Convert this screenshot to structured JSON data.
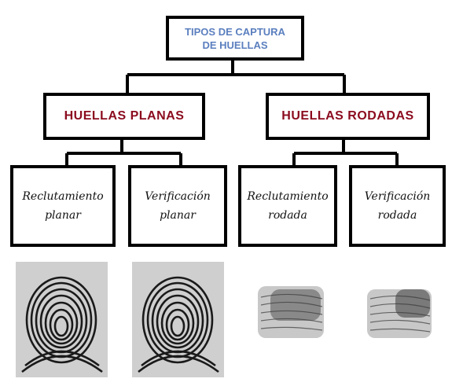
{
  "root": {
    "line1": "TIPOS DE CAPTURA",
    "line2": "DE HUELLAS"
  },
  "level1": [
    {
      "label": "HUELLAS PLANAS"
    },
    {
      "label": "HUELLAS RODADAS"
    }
  ],
  "leaves": [
    {
      "line1": "Reclutamiento",
      "line2": "planar"
    },
    {
      "line1": "Verificación",
      "line2": "planar"
    },
    {
      "line1": "Reclutamiento",
      "line2": "rodada"
    },
    {
      "line1": "Verificación",
      "line2": "rodada"
    }
  ],
  "fingerprints": [
    {
      "icon": "fingerprint-plain-icon"
    },
    {
      "icon": "fingerprint-plain-icon"
    },
    {
      "icon": "fingerprint-rolled-icon"
    },
    {
      "icon": "fingerprint-rolled-icon"
    }
  ],
  "colors": {
    "root_text": "#5b7fbf",
    "level1_text": "#8b0b1e",
    "lines": "#000000"
  }
}
